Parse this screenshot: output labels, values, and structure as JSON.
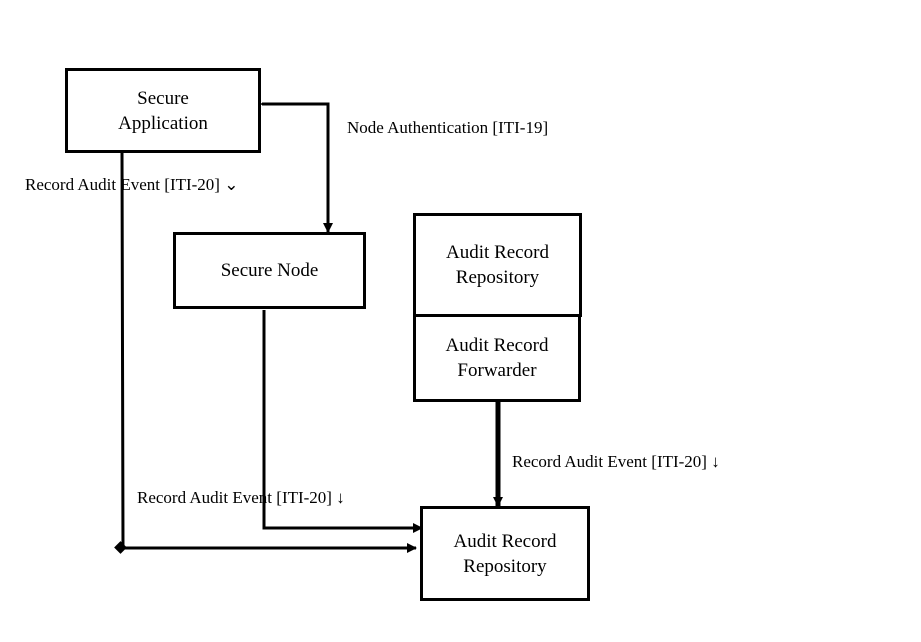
{
  "diagram": {
    "nodes": {
      "secure_application": {
        "line1": "Secure",
        "line2": "Application"
      },
      "secure_node": {
        "line1": "Secure Node"
      },
      "arr_top": {
        "line1": "Audit Record",
        "line2": "Repository"
      },
      "arr_forwarder": {
        "line1": "Audit Record",
        "line2": "Forwarder"
      },
      "arr_bottom": {
        "line1": "Audit Record",
        "line2": "Repository"
      }
    },
    "edges": {
      "node_auth": "Node Authentication [ITI-19]",
      "app_record_audit": "Record Audit Event [ITI-20] ⌄",
      "node_record_audit": "Record Audit Event [ITI-20] ↓",
      "forwarder_record_audit": "Record Audit Event [ITI-20] ↓"
    },
    "colors": {
      "line": "#000000",
      "background": "#ffffff"
    }
  }
}
